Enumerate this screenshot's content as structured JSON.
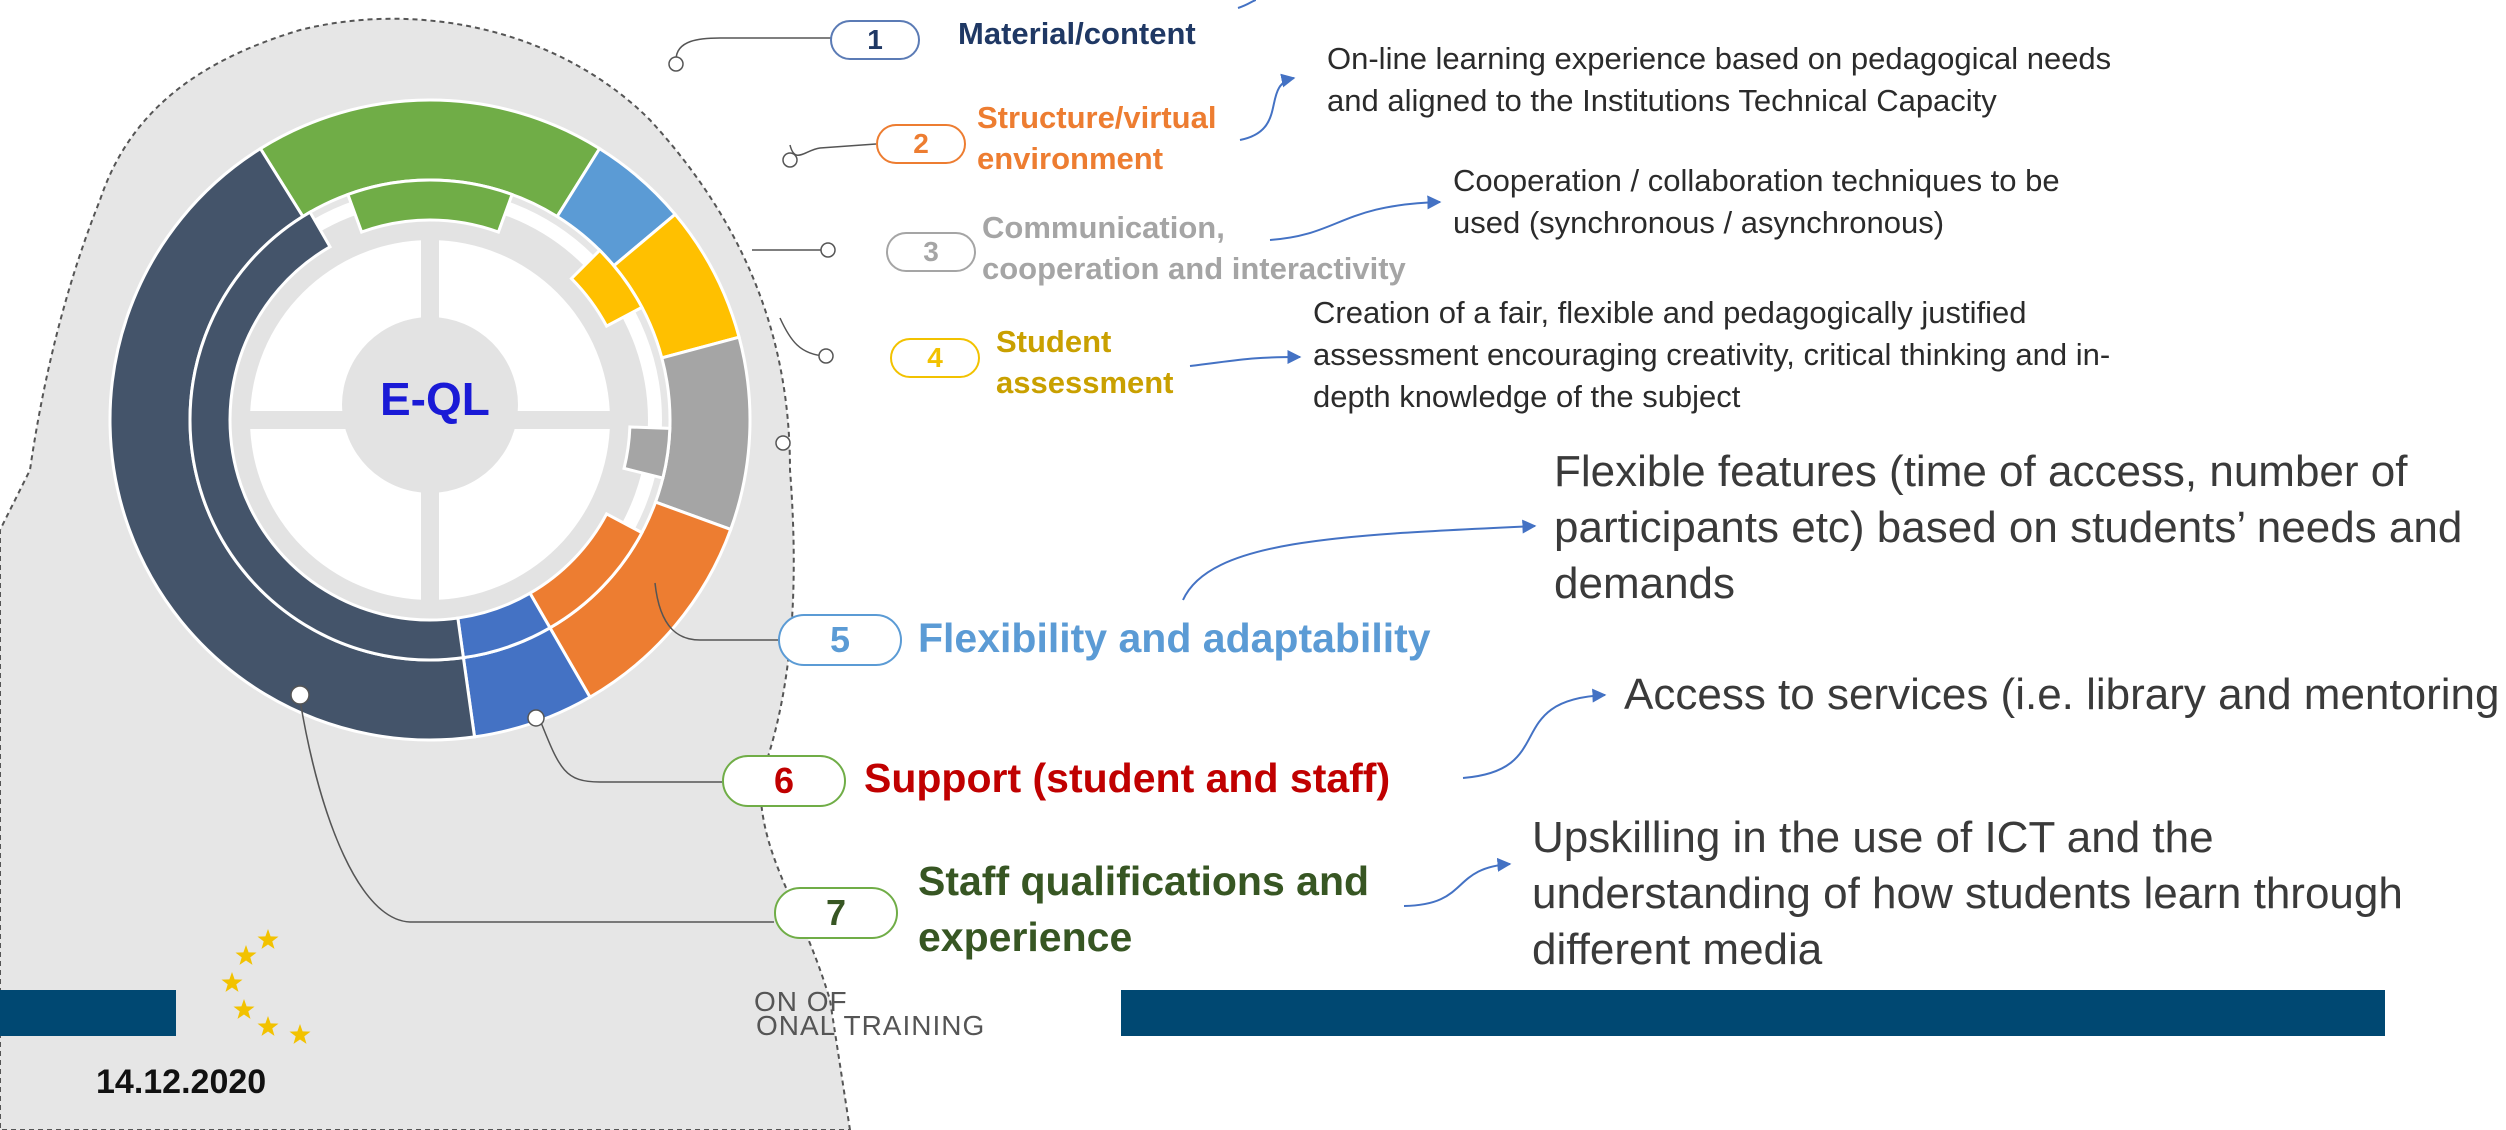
{
  "date": "14.12.2020",
  "center_label": "E-QL",
  "footer_org_text": [
    "ON OF",
    "ONAL TRAINING"
  ],
  "colors": {
    "dark_navy": "#1f3864",
    "orange": "#ed7d31",
    "gray": "#a5a5a5",
    "gold": "#c9a000",
    "light_blue": "#5b9bd5",
    "red": "#c00000",
    "green": "#375623",
    "footer_bar": "#004872",
    "ring_green": "#70ad47",
    "ring_dark": "#44546a",
    "ring_yellow": "#ffc000",
    "ring_blue": "#4472c4"
  },
  "items": [
    {
      "number": "1",
      "label": "Material/content",
      "description": ""
    },
    {
      "number": "2",
      "label": "Structure/virtual environment",
      "label_lines": [
        "Structure/virtual",
        "environment"
      ],
      "description": "On-line learning experience based on pedagogical needs and aligned to the Institutions Technical Capacity"
    },
    {
      "number": "3",
      "label": "Communication, cooperation and interactivity",
      "label_lines": [
        "Communication,",
        "cooperation and interactivity"
      ],
      "description": "Cooperation / collaboration techniques to be used (synchronous / asynchronous)"
    },
    {
      "number": "4",
      "label": "Student assessment",
      "label_lines": [
        "Student",
        "assessment"
      ],
      "description": "Creation of a fair, flexible and pedagogically justified assessment encouraging creativity, critical thinking and in-depth knowledge of the subject"
    },
    {
      "number": "5",
      "label": "Flexibility and adaptability",
      "description": "Flexible features (time of access, number of participants etc) based on students’ needs and demands"
    },
    {
      "number": "6",
      "label": "Support (student and staff)",
      "description": "Access to services (i.e. library and mentoring"
    },
    {
      "number": "7",
      "label": "Staff qualifications and experience",
      "label_lines": [
        "Staff qualifications and",
        "experience"
      ],
      "description": "Upskilling in the use of ICT and the understanding of how students learn through different media"
    }
  ]
}
